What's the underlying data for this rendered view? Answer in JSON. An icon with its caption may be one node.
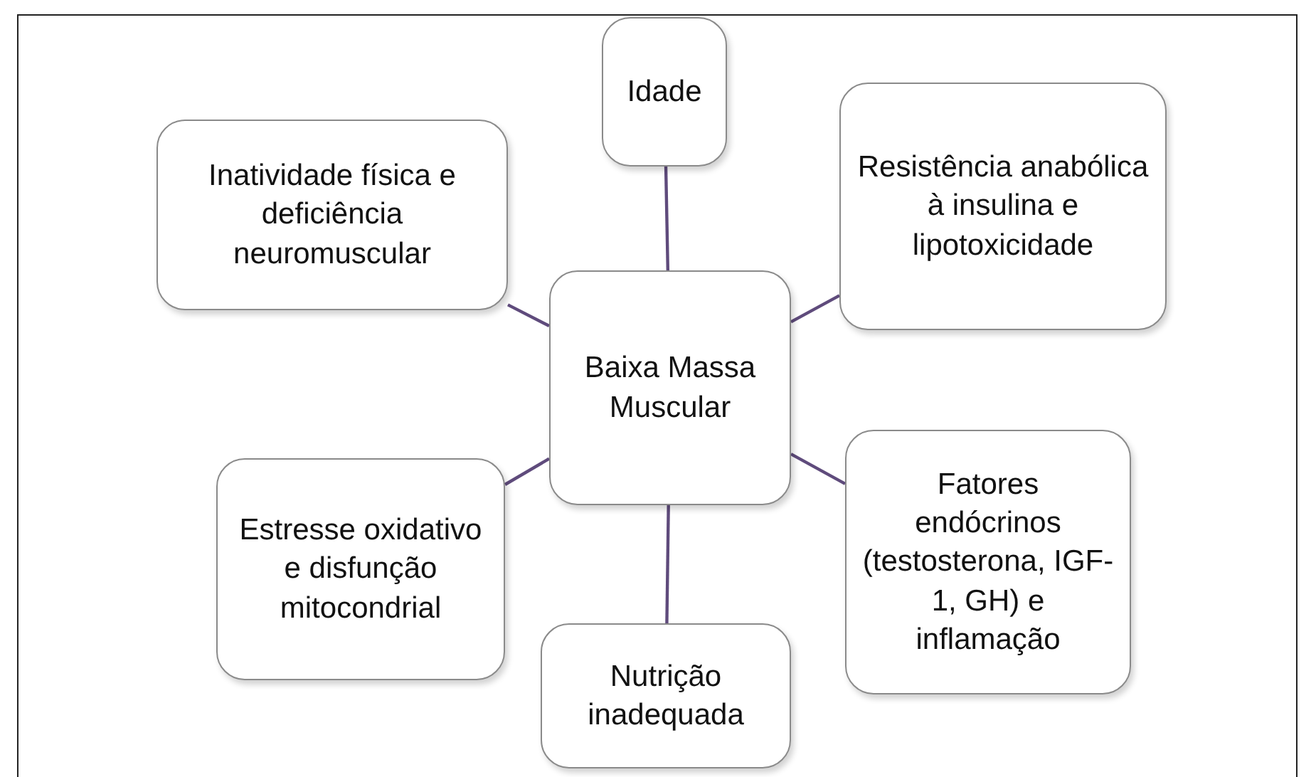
{
  "diagram": {
    "nodes": [
      {
        "text": [
          "Idade"
        ]
      },
      {
        "text": [
          "Inatividade física e deficiência neuromuscular"
        ]
      },
      {
        "text": [
          "Resistência anabólica à insulina e lipotoxicidade"
        ]
      },
      {
        "text": [
          "Baixa Massa Muscular"
        ]
      },
      {
        "text": [
          "Estresse oxidativo e disfunção mitocondrial"
        ]
      },
      {
        "text": [
          "Fatores endócrinos (testosterona, IGF-1, GH) e inflamação"
        ]
      },
      {
        "text": [
          "Nutrição inadequada"
        ]
      }
    ],
    "edges": [
      {
        "from": 3,
        "to": 0,
        "arrow": "none"
      },
      {
        "from": 3,
        "to": 1,
        "arrow": "none"
      },
      {
        "from": 3,
        "to": 2,
        "arrow": "none"
      },
      {
        "from": 3,
        "to": 4,
        "arrow": "none"
      },
      {
        "from": 3,
        "to": 5,
        "arrow": "none"
      },
      {
        "from": 3,
        "to": 6,
        "arrow": "none"
      }
    ]
  }
}
